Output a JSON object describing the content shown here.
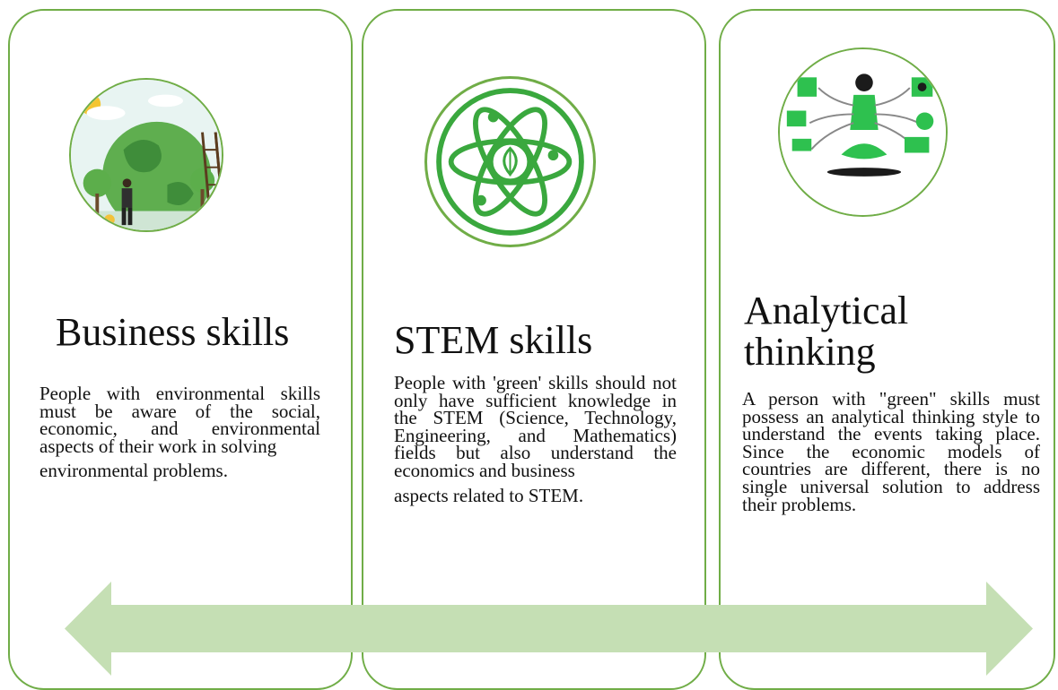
{
  "cards": [
    {
      "icon": "globe-people-icon",
      "title": "Business skills",
      "body": " People with environmental skills must be aware of the social, economic, and environmental aspects of their work in solving",
      "body_tail": "environmental problems."
    },
    {
      "icon": "atom-leaf-icon",
      "title": "STEM skills",
      "body": "People with 'green' skills should not only have sufficient knowledge in the STEM (Science, Technology, Engineering, and Mathematics) fields but also understand the economics and business",
      "body_tail": "aspects related to STEM."
    },
    {
      "icon": "multitasking-person-icon",
      "title_line1": "Analytical",
      "title_line2": "thinking",
      "body": "A person with \"green\" skills must possess an analytical thinking style to understand the events taking place. Since the economic models of countries are different, there is no single universal solution to address their problems."
    }
  ],
  "colors": {
    "accent": "#70ad47",
    "icon_green": "#3aa83e",
    "arrow": "#c5dfb4"
  }
}
